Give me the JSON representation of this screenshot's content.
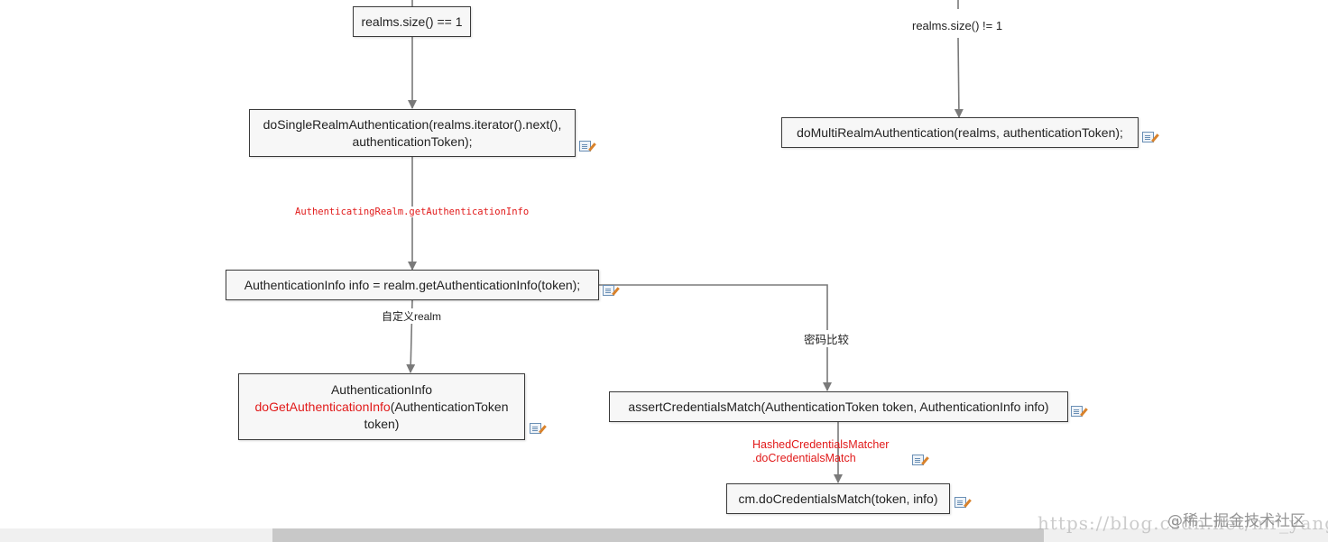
{
  "nodes": {
    "realms_size_eq1": "realms.size() == 1",
    "do_single_line1": "doSingleRealmAuthentication(realms.iterator().next(),",
    "do_single_line2": "authenticationToken);",
    "do_multi": "doMultiRealmAuthentication(realms, authenticationToken);",
    "auth_info_get": "AuthenticationInfo info = realm.getAuthenticationInfo(token);",
    "do_get_line1": "AuthenticationInfo",
    "do_get_red": "doGetAuthenticationInfo",
    "do_get_rest": "(AuthenticationToken",
    "do_get_line3": "token)",
    "assert_match": "assertCredentialsMatch(AuthenticationToken token, AuthenticationInfo info)",
    "cm_match": "cm.doCredentialsMatch(token, info)"
  },
  "labels": {
    "realms_size_ne1": "realms.size() != 1",
    "authenticating_realm": "AuthenticatingRealm.getAuthenticationInfo",
    "custom_realm": "自定义realm",
    "password_compare": "密码比较",
    "hashed_line1": "HashedCredentialsMatcher",
    "hashed_line2": ".doCredentialsMatch"
  },
  "watermark": {
    "url": "https://blog.csdn.net/mr_yangzc",
    "brand": "@稀土掘金技术社区"
  },
  "colors": {
    "edge": "#7a7a7a",
    "highlight": "#e11a1a",
    "node_fill": "#f7f7f7",
    "node_border": "#3a3a3a"
  }
}
